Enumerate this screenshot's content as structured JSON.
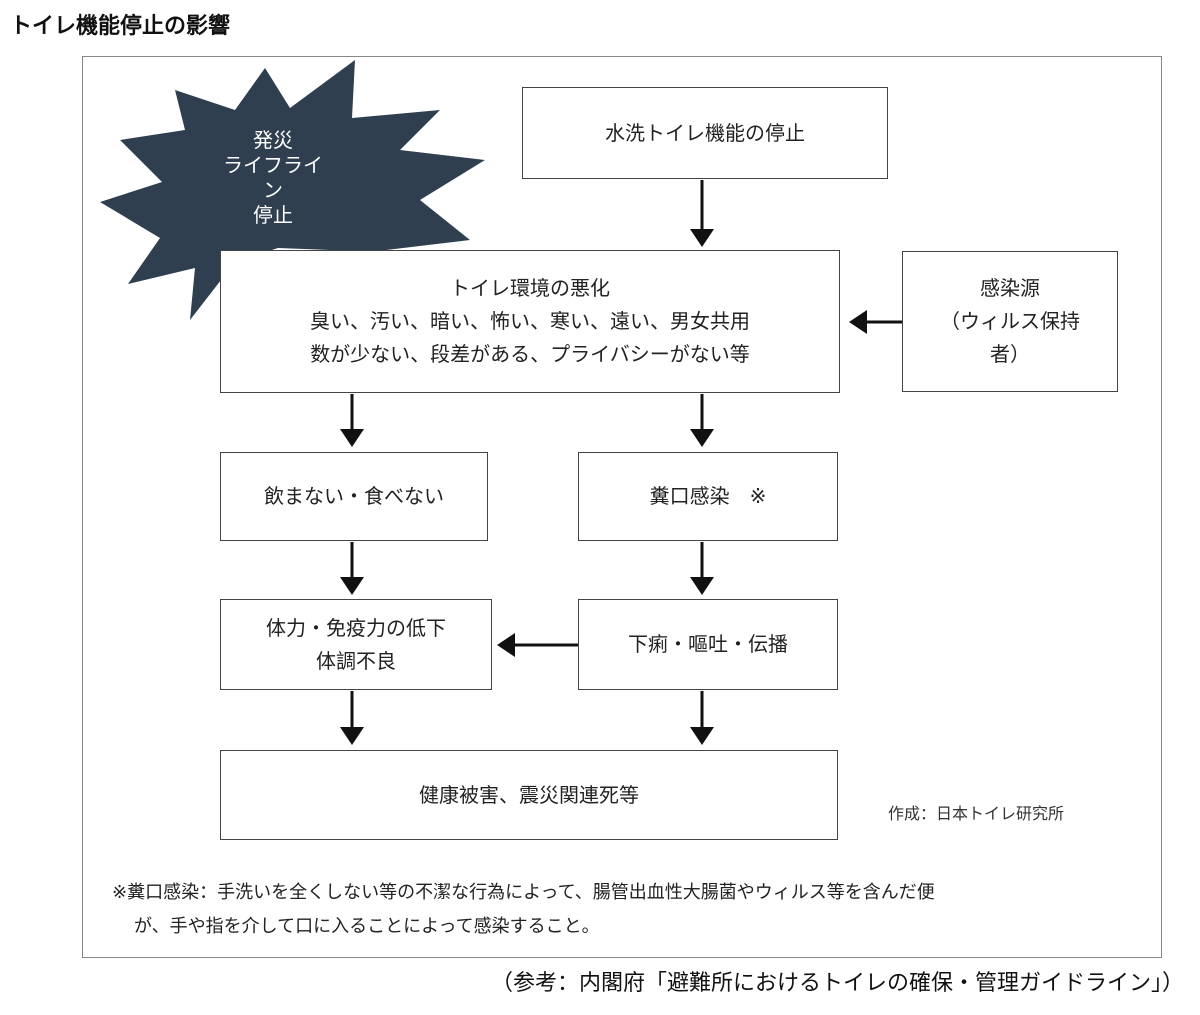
{
  "title": "トイレ機能停止の影響",
  "starburst": {
    "lines": [
      "発災",
      "ライフライ",
      "ン",
      "停止"
    ],
    "color": "#2f3f4f"
  },
  "nodes": {
    "flush_stop": {
      "lines": [
        "水洗トイレ機能の停止"
      ]
    },
    "env_worse": {
      "lines": [
        "トイレ環境の悪化",
        "臭い、汚い、暗い、怖い、寒い、遠い、男女共用",
        "数が少ない、段差がある、プライバシーがない等"
      ]
    },
    "infection_source": {
      "lines": [
        "感染源",
        "（ウィルス保持",
        "者）"
      ]
    },
    "no_eat": {
      "lines": [
        "飲まない・食べない"
      ]
    },
    "fecal_oral": {
      "lines": [
        "糞口感染　※"
      ]
    },
    "immunity_down": {
      "lines": [
        "体力・免疫力の低下",
        "体調不良"
      ]
    },
    "diarrhea": {
      "lines": [
        "下痢・嘔吐・伝播"
      ]
    },
    "health_damage": {
      "lines": [
        "健康被害、震災関連死等"
      ]
    }
  },
  "credit": "作成：日本トイレ研究所",
  "footnote": {
    "line1": "※糞口感染：手洗いを全くしない等の不潔な行為によって、腸管出血性大腸菌やウィルス等を含んだ便",
    "line2": "が、手や指を介して口に入ることによって感染すること。"
  },
  "reference": "（参考：内閣府「避難所におけるトイレの確保・管理ガイドライン」）"
}
